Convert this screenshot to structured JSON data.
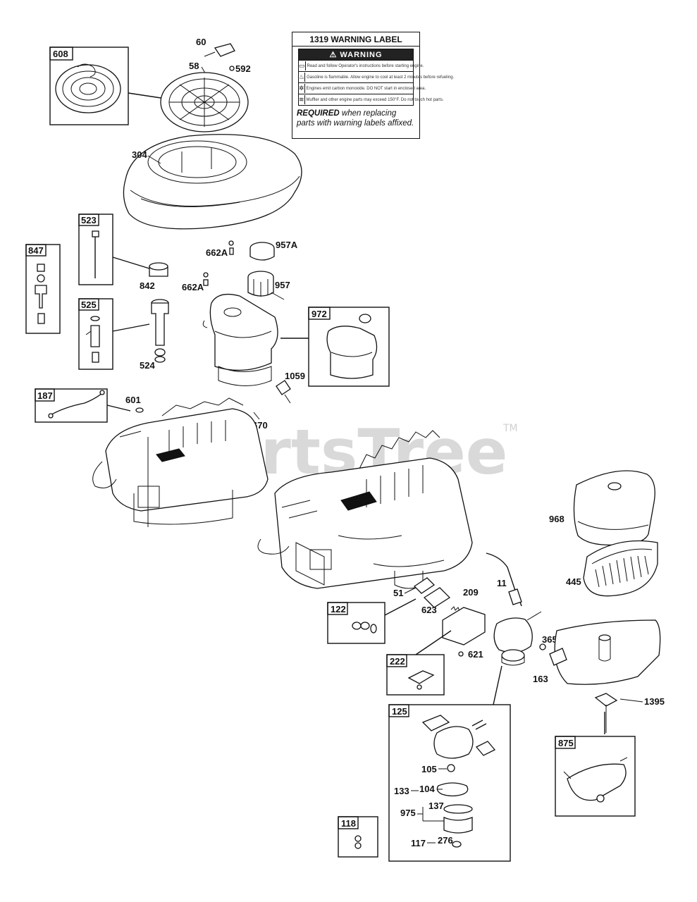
{
  "watermark": {
    "text": "PartsTree",
    "tm": "TM"
  },
  "warning_label": {
    "title": "1319 WARNING LABEL",
    "header": "WARNING",
    "rows": [
      "Read and follow Operator's instructions before starting engine.",
      "Gasoline is flammable. Allow engine to cool at least 2 minutes before refueling.",
      "Engines emit carbon monoxide. DO NOT start in enclosed area.",
      "Muffler and other engine parts may exceed 150°F. Do not touch hot parts."
    ],
    "required_bold": "REQUIRED",
    "required_rest": "when replacing parts with warning labels affixed."
  },
  "boxes": {
    "b608": "608",
    "b523": "523",
    "b847": "847",
    "b525": "525",
    "b972": "972",
    "b187": "187",
    "b122": "122",
    "b222": "222",
    "b125": "125",
    "b118": "118",
    "b875": "875"
  },
  "labels": {
    "l60": "60",
    "l58": "58",
    "l592": "592",
    "l304": "304",
    "l662a1": "662A",
    "l957a": "957A",
    "l842": "842",
    "l662a2": "662A",
    "l957": "957",
    "l524": "524",
    "l1059": "1059",
    "l601": "601",
    "l670": "670",
    "l968": "968",
    "l445": "445",
    "l11": "11",
    "l51": "51",
    "l209": "209",
    "l623": "623",
    "l621": "621",
    "l365": "365",
    "l163": "163",
    "l1395": "1395",
    "l105": "105",
    "l133": "133",
    "l104": "104",
    "l975": "975",
    "l137": "137",
    "l117": "117",
    "l276": "276"
  }
}
